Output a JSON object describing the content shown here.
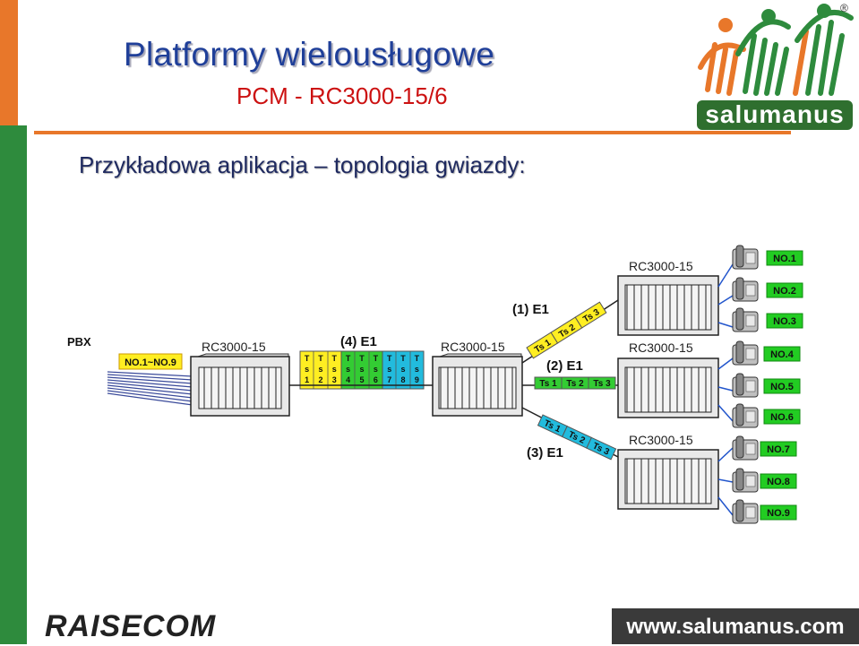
{
  "slide": {
    "title": "Platformy wielousługowe",
    "subtitle": "PCM - RC3000-15/6",
    "heading": "Przykładowa aplikacja – topologia gwiazdy:"
  },
  "branding": {
    "logo_text": "salumanus",
    "registered_mark": "®",
    "footer_logo": "RAISECOM",
    "website": "www.salumanus.com"
  },
  "diagram": {
    "pbx_label": "PBX",
    "pbx_range": "NO.1~NO.9",
    "device_model": "RC3000-15",
    "link_main": "(4) E1",
    "link_1": "(1) E1",
    "link_2": "(2) E1",
    "link_3": "(3) E1",
    "timeslots": [
      "1",
      "2",
      "3",
      "4",
      "5",
      "6",
      "7",
      "8",
      "9"
    ],
    "timeslot_T": "T",
    "timeslot_s": "s",
    "branch_slots": [
      "Ts 1",
      "Ts 2",
      "Ts 3"
    ],
    "phones": [
      "NO.1",
      "NO.2",
      "NO.3",
      "NO.4",
      "NO.5",
      "NO.6",
      "NO.7",
      "NO.8",
      "NO.9"
    ]
  },
  "colors": {
    "title": "#1f3f99",
    "subtitle": "#cc1111",
    "accent_orange": "#e8772a",
    "accent_green": "#2e8b3d",
    "label_green": "#22cc22",
    "slot_yellow": "#ffee22",
    "slot_green": "#33cc33",
    "slot_cyan": "#22bbdd",
    "link_blue": "#2255cc"
  }
}
